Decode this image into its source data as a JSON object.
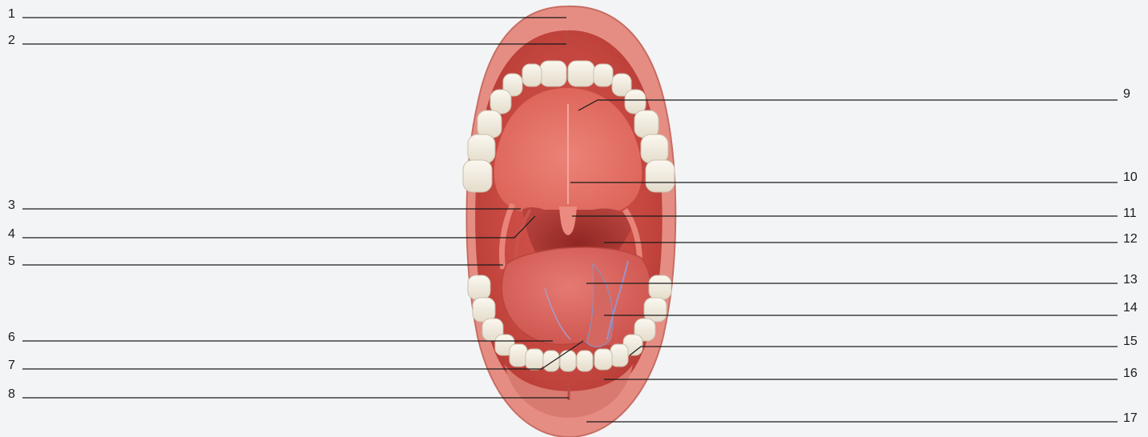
{
  "labels": {
    "left": [
      "1",
      "2",
      "3",
      "4",
      "5",
      "6",
      "7",
      "8"
    ],
    "right": [
      "9",
      "10",
      "11",
      "12",
      "13",
      "14",
      "15",
      "16",
      "17"
    ]
  },
  "colors": {
    "background": "#f3f4f6",
    "lips": "#e58d83",
    "mouth_cavity": "#c4463f",
    "palate": "#e36d62",
    "throat": "#a3302c",
    "tongue": "#d9615c",
    "teeth": "#f2eee4",
    "leader_lines": "#1a1a1a"
  }
}
